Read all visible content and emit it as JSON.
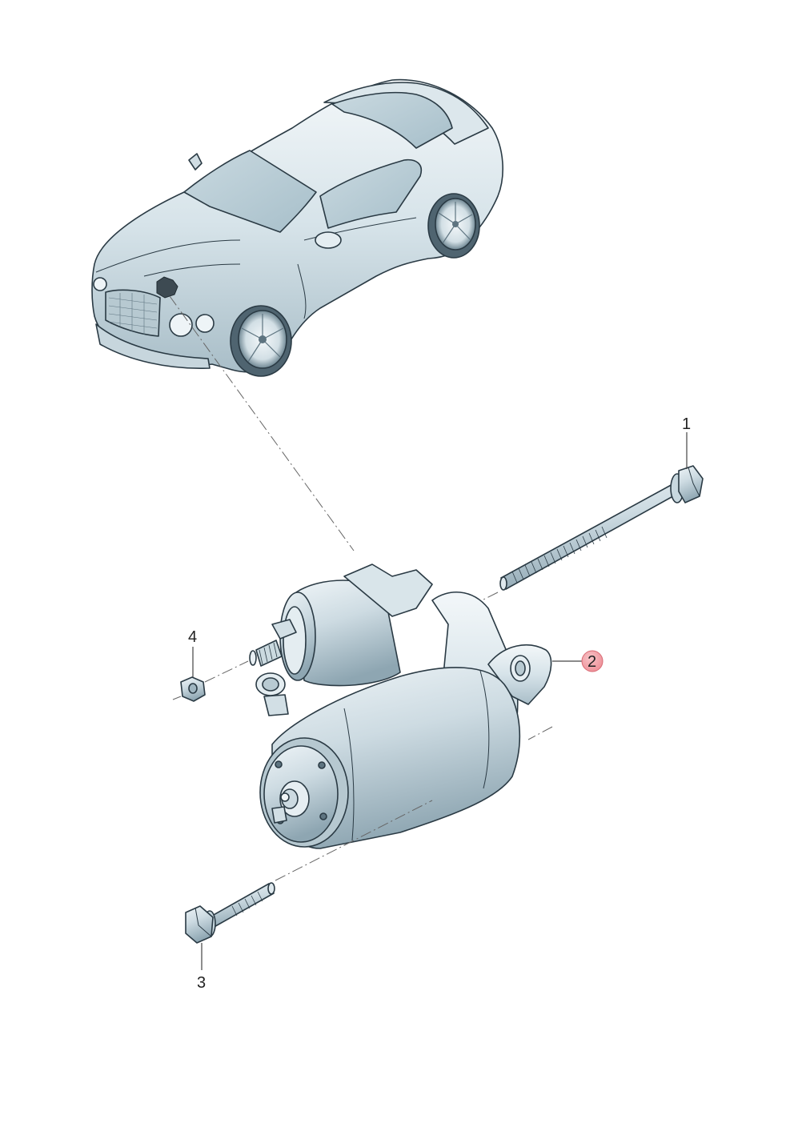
{
  "colors": {
    "body_light": "#e9f0f3",
    "body_mid": "#cfdde4",
    "body_dark": "#9fb5c0",
    "outline": "#2a3a44",
    "highlight_badge": "#f2a0a6",
    "badge_stroke": "#d86a74",
    "marker": "#3d4a52"
  },
  "callouts": [
    {
      "id": "1",
      "label": "1",
      "highlighted": false
    },
    {
      "id": "2",
      "label": "2",
      "highlighted": true
    },
    {
      "id": "3",
      "label": "3",
      "highlighted": false
    },
    {
      "id": "4",
      "label": "4",
      "highlighted": false
    }
  ],
  "icons": {
    "vehicle": "coupe-car-icon",
    "location_marker": "engine-bay-marker-icon",
    "part_starter": "starter-motor-icon",
    "part_long_bolt": "long-bolt-icon",
    "part_short_bolt": "short-bolt-icon",
    "part_nut": "hex-nut-icon"
  }
}
